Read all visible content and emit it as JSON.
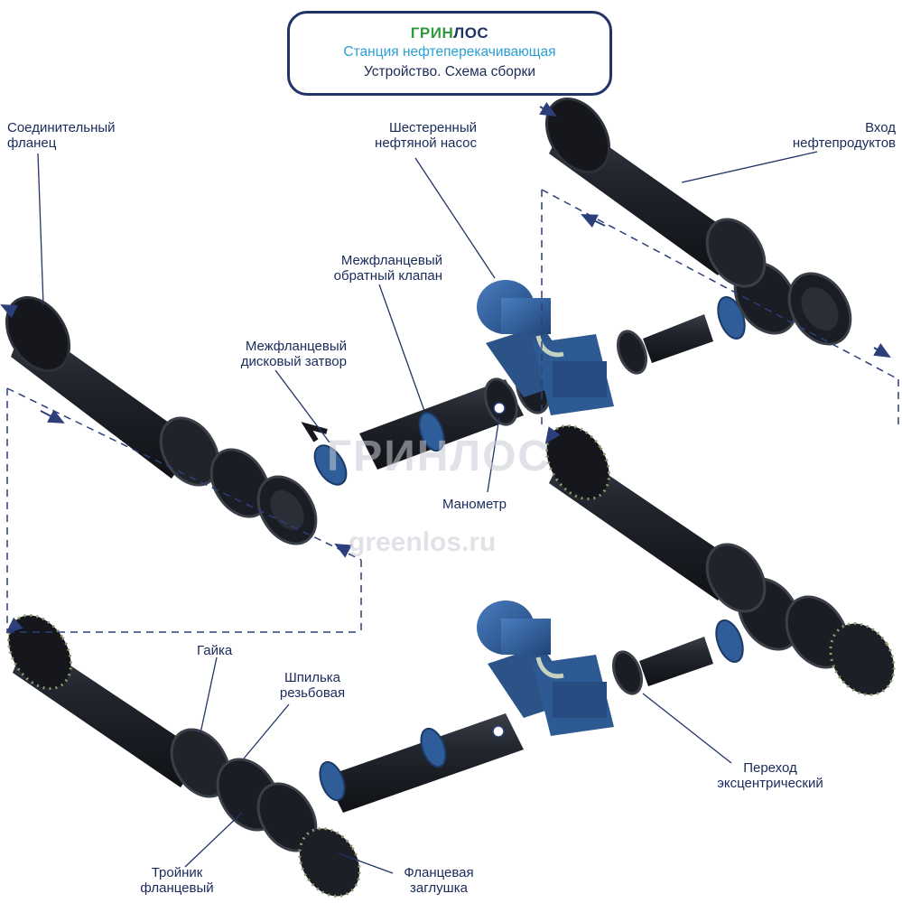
{
  "title": {
    "brand_green": "ГРИН",
    "brand_dark": "ЛОС",
    "subtitle": "Станция нефтеперекачивающая",
    "subtitle2": "Устройство. Схема сборки"
  },
  "labels": {
    "connecting_flange_1": "Соединительный",
    "connecting_flange_2": "фланец",
    "gear_pump_1": "Шестеренный",
    "gear_pump_2": "нефтяной насос",
    "inlet_1": "Вход",
    "inlet_2": "нефтепродуктов",
    "check_valve_1": "Межфланцевый",
    "check_valve_2": "обратный клапан",
    "butterfly_valve_1": "Межфланцевый",
    "butterfly_valve_2": "дисковый затвор",
    "manometer": "Манометр",
    "nut": "Гайка",
    "stud_1": "Шпилька",
    "stud_2": "резьбовая",
    "eccentric_reducer_1": "Переход",
    "eccentric_reducer_2": "эксцентрический",
    "tee_1": "Тройник",
    "tee_2": "фланцевый",
    "blind_flange_1": "Фланцевая",
    "blind_flange_2": "заглушка"
  },
  "watermark": {
    "brand": "ГРИНЛОС",
    "site": "greenlos.ru"
  },
  "colors": {
    "frame": "#223368",
    "brand_green": "#2e9b3c",
    "subtitle_blue": "#2a9fd6",
    "label_text": "#1a2a5a",
    "pipe": "#1c1f26",
    "motor_blue": "#2f5d9a",
    "bolt": "#8f9a6c",
    "leader_line": "#223368",
    "dashed_arrow": "#2c3f7a"
  }
}
